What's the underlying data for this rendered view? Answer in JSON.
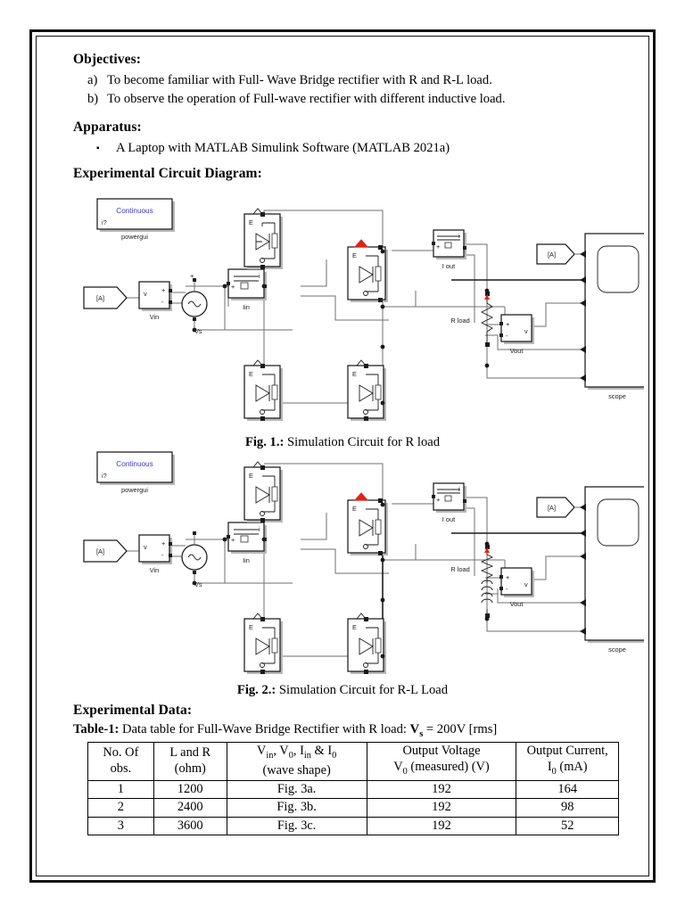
{
  "document": {
    "objectives": {
      "heading": "Objectives:",
      "items": [
        {
          "marker": "a)",
          "text": "To become familiar with Full- Wave Bridge rectifier with R and R-L load."
        },
        {
          "marker": "b)",
          "text": "To observe the operation of Full-wave rectifier with different inductive load."
        }
      ]
    },
    "apparatus": {
      "heading": "Apparatus:",
      "items": [
        {
          "marker": "▪",
          "text": "A Laptop with MATLAB Simulink Software (MATLAB 2021a)"
        }
      ]
    },
    "circuit_diagram_heading": "Experimental Circuit Diagram:",
    "experimental_data_heading": "Experimental Data:",
    "table_caption_label": "Table-1:",
    "table_caption_text": " Data table for Full-Wave Bridge Rectifier with R load: ",
    "table_caption_vs": "V",
    "table_caption_vs_sub": "s",
    "table_caption_tail": " = 200V [rms]"
  },
  "figures": [
    {
      "label": "Fig. 1.:",
      "caption": " Simulation Circuit for R load"
    },
    {
      "label": "Fig. 2.:",
      "caption": " Simulation Circuit for R-L Load"
    }
  ],
  "circuit": {
    "powergui_text": "Continuous",
    "powergui_label": "powergui",
    "goto_tag": "[A]",
    "labels": {
      "vin": "Vin",
      "vs": "Vs",
      "iin": "Iin",
      "iout": "I out",
      "vout": "Vout",
      "rload": "R load",
      "scope": "scope",
      "thyristor": "E"
    },
    "port_plus": "+",
    "port_minus": "-",
    "port_v": "v",
    "port_i": "i",
    "colors": {
      "powergui_text": "#3a3ad0",
      "highlight": "#e02318",
      "wire": "#6f6f6f",
      "block": "#1a1a1a"
    }
  },
  "table": {
    "headers": [
      {
        "line1": "No. Of",
        "line2": "obs."
      },
      {
        "line1": "L and R",
        "line2": "(ohm)"
      },
      {
        "line1": "V_in, V_0, I_in & I_0",
        "line2": "(wave shape)"
      },
      {
        "line1": "Output Voltage",
        "line2": "V_0 (measured) (V)"
      },
      {
        "line1": "Output Current,",
        "line2": "I_0 (mA)"
      }
    ],
    "rows": [
      {
        "no": "1",
        "lr": "1200",
        "wave": "Fig. 3a.",
        "vout": "192",
        "iout": "164"
      },
      {
        "no": "2",
        "lr": "2400",
        "wave": "Fig. 3b.",
        "vout": "192",
        "iout": "98"
      },
      {
        "no": "3",
        "lr": "3600",
        "wave": "Fig. 3c.",
        "vout": "192",
        "iout": "52"
      }
    ]
  }
}
